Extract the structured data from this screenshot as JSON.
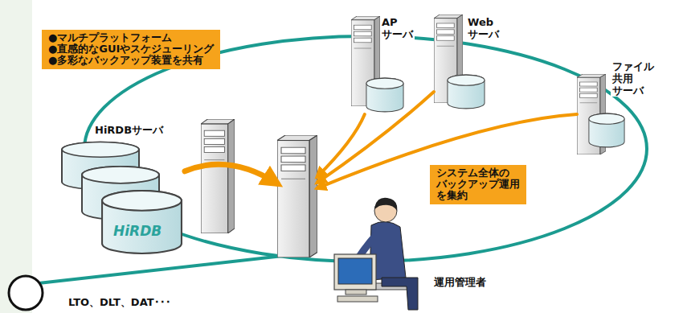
{
  "diagram": {
    "nodes": [
      {
        "text": [
          "●マルチプラットフォーム",
          "●直感的なGUIやスケジューリング",
          "●多彩なバックアップ装置を共有"
        ]
      },
      {
        "text": [
          "AP サーバ"
        ]
      },
      {
        "text": [
          "Web サーバ"
        ]
      },
      {
        "text": [
          "ファイル 共用 サーバ"
        ]
      },
      {
        "text": [
          "HiRDBサーバ"
        ]
      },
      {
        "text": [
          "HiRDB"
        ]
      },
      {
        "text": []
      },
      {
        "text": [
          "システム全体の バックアップ運用 を集約"
        ]
      }
    ],
    "edges": [
      {
        "from": 1,
        "to": 6,
        "arrow": "to"
      },
      {
        "from": 2,
        "to": 6,
        "arrow": "to"
      },
      {
        "from": 3,
        "to": 6,
        "arrow": "to"
      },
      {
        "from": 5,
        "to": 6,
        "arrow": "to"
      }
    ],
    "labels": [
      "運用管理者",
      "LTO、DLT、DAT･･･"
    ]
  }
}
